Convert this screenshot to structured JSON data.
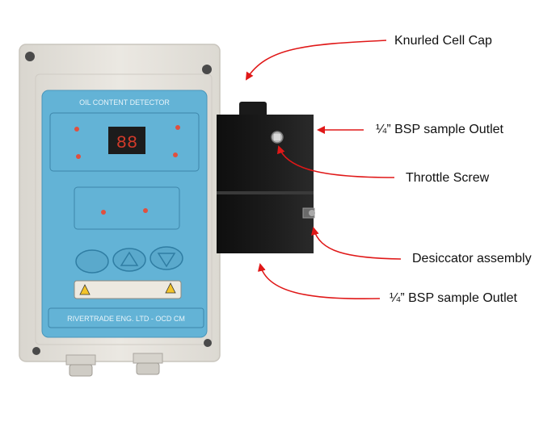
{
  "panel": {
    "title": "OIL CONTENT DETECTOR",
    "display_digits": "88",
    "footer": "RIVERTRADE ENG. LTD - OCD CM"
  },
  "callouts": [
    {
      "id": "knurled-cell-cap",
      "label": "Knurled Cell Cap"
    },
    {
      "id": "sample-outlet-top",
      "label": "¼” BSP sample Outlet"
    },
    {
      "id": "throttle-screw",
      "label": "Throttle Screw"
    },
    {
      "id": "desiccator-assembly",
      "label": "Desiccator assembly"
    },
    {
      "id": "sample-outlet-bottom",
      "label": "¼” BSP sample Outlet"
    }
  ],
  "colors": {
    "enclosure": "#e6e3dd",
    "panel": "#63b3d6",
    "display": "#1c1c1c",
    "led": "#e0503f",
    "cell_block": "#151515",
    "arrow": "#e01818"
  }
}
